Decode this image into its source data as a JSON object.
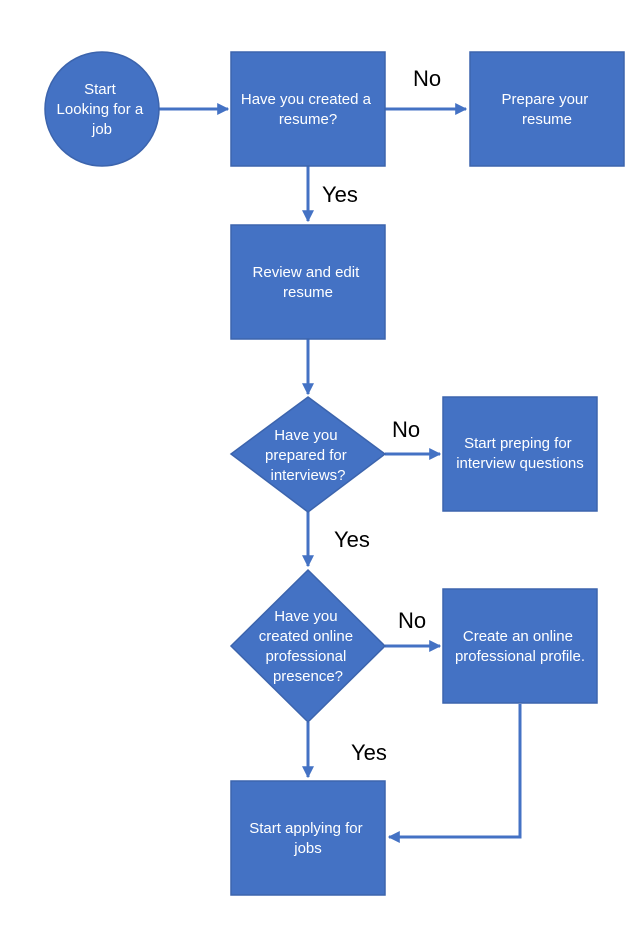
{
  "colors": {
    "node_fill": "#4472c4",
    "node_stroke": "#3c64ad",
    "arrow": "#4472c4",
    "label_text": "#000000",
    "node_text": "#ffffff"
  },
  "nodes": {
    "start": {
      "shape": "circle",
      "lines": [
        "Start",
        "Looking for a",
        "job"
      ]
    },
    "q_resume": {
      "shape": "rectangle",
      "lines": [
        "Have you created a",
        "resume?"
      ]
    },
    "prepare_resume": {
      "shape": "rectangle",
      "lines": [
        "Prepare your",
        "resume"
      ]
    },
    "review_resume": {
      "shape": "rectangle",
      "lines": [
        "Review and edit",
        "resume"
      ]
    },
    "q_interviews": {
      "shape": "diamond",
      "lines": [
        "Have you",
        "prepared for",
        "interviews?"
      ]
    },
    "prep_interviews": {
      "shape": "rectangle",
      "lines": [
        "Start preping for",
        "interview questions"
      ]
    },
    "q_online": {
      "shape": "diamond",
      "lines": [
        "Have you",
        "created online",
        "professional",
        "presence?"
      ]
    },
    "create_profile": {
      "shape": "rectangle",
      "lines": [
        "Create an online",
        "professional profile."
      ]
    },
    "apply_jobs": {
      "shape": "rectangle",
      "lines": [
        "Start applying for",
        "jobs"
      ]
    }
  },
  "edges": {
    "start_to_q_resume": {
      "from": "start",
      "to": "q_resume",
      "label": ""
    },
    "q_resume_no": {
      "from": "q_resume",
      "to": "prepare_resume",
      "label": "No"
    },
    "q_resume_yes": {
      "from": "q_resume",
      "to": "review_resume",
      "label": "Yes"
    },
    "review_to_q_interviews": {
      "from": "review_resume",
      "to": "q_interviews",
      "label": ""
    },
    "q_interviews_no": {
      "from": "q_interviews",
      "to": "prep_interviews",
      "label": "No"
    },
    "q_interviews_yes": {
      "from": "q_interviews",
      "to": "q_online",
      "label": "Yes"
    },
    "q_online_no": {
      "from": "q_online",
      "to": "create_profile",
      "label": "No"
    },
    "q_online_yes": {
      "from": "q_online",
      "to": "apply_jobs",
      "label": "Yes"
    },
    "profile_to_apply": {
      "from": "create_profile",
      "to": "apply_jobs",
      "label": ""
    }
  }
}
